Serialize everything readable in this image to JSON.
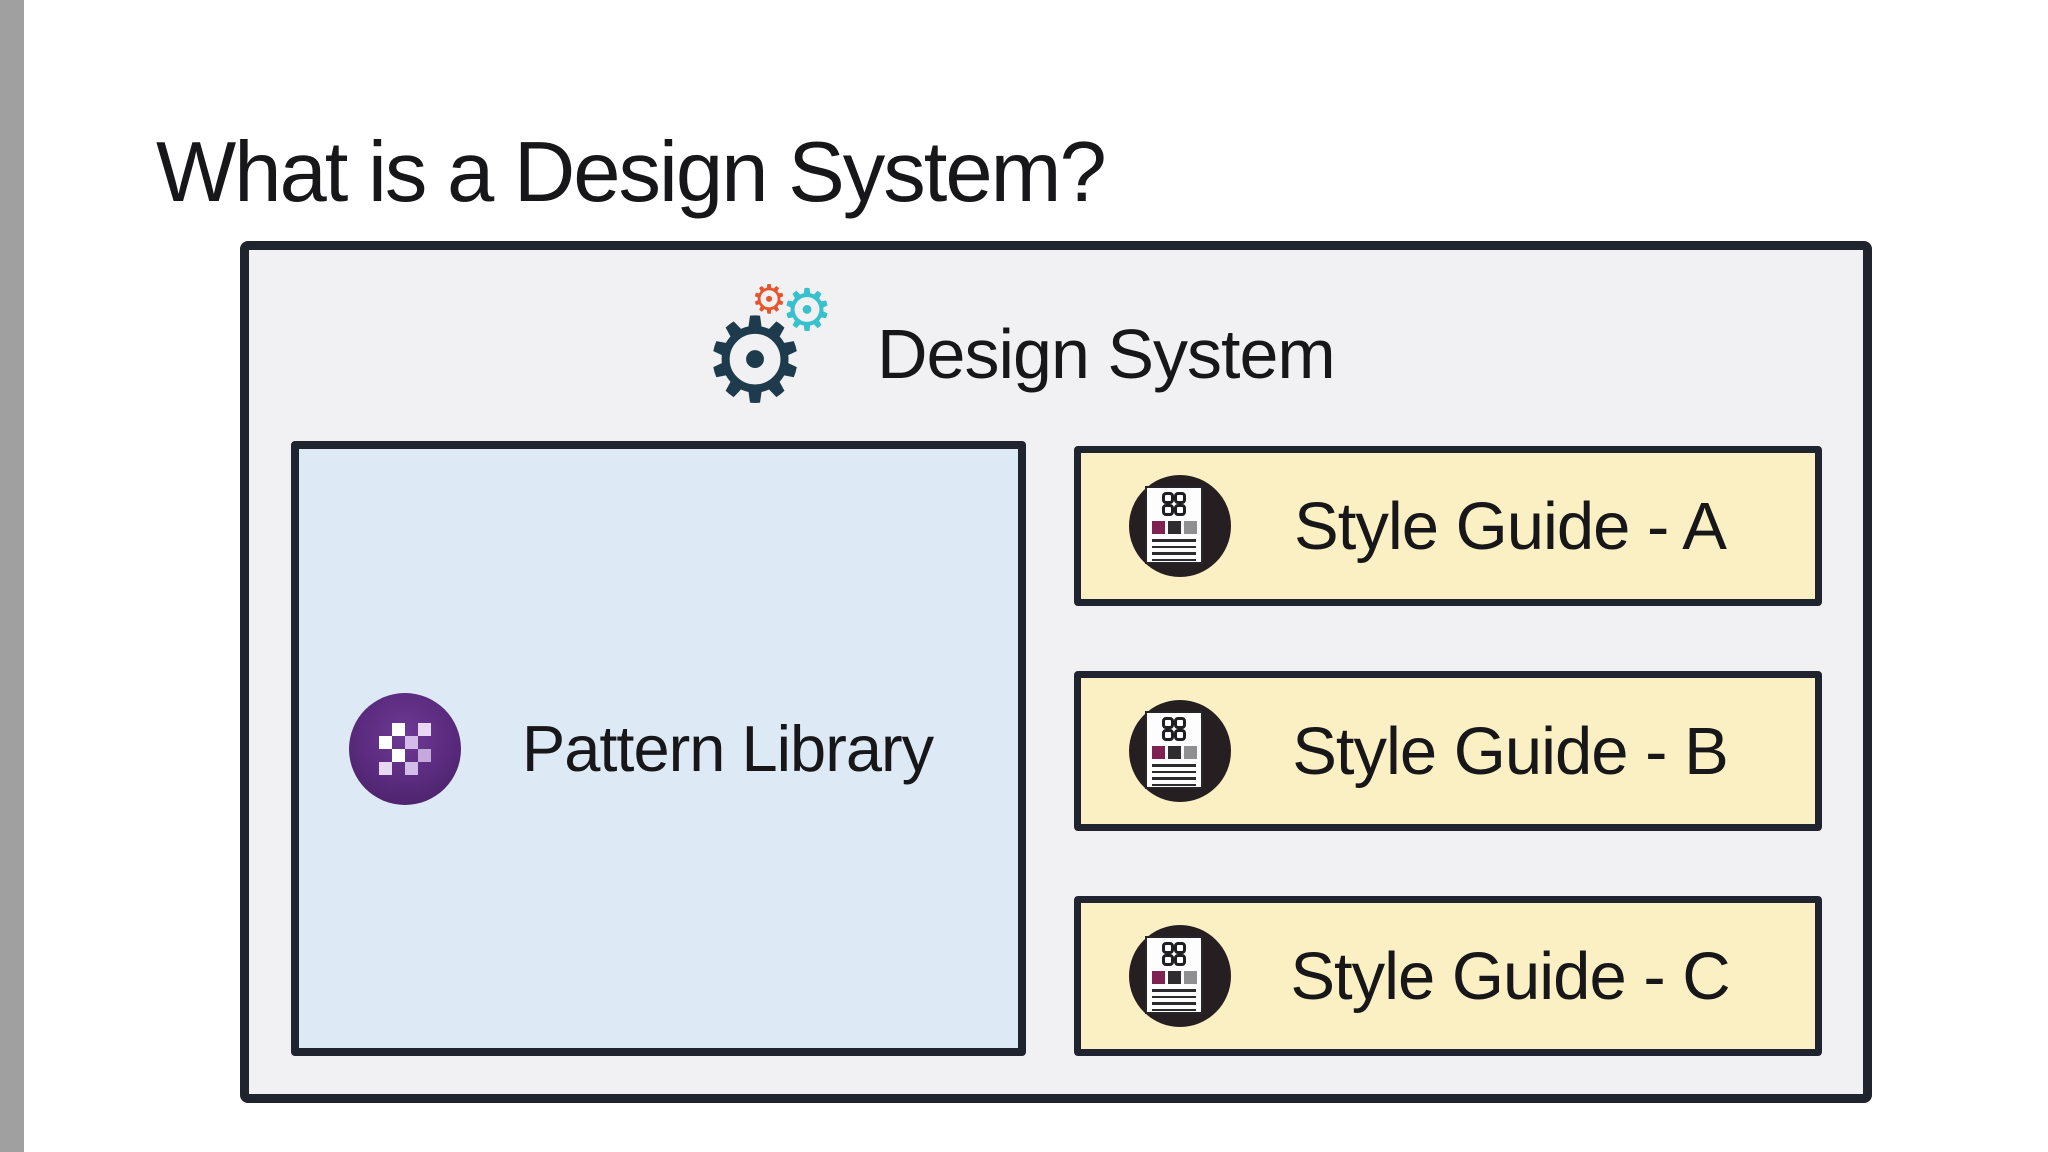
{
  "slide": {
    "background": "#ffffff",
    "scrollbar_color": "#a0a0a0",
    "text_color": "#17171a",
    "title": "What is a Design System?"
  },
  "design_system_box": {
    "label": "Design System",
    "fill": "#f1f0f2",
    "border_color": "#20242e",
    "gears_icon": {
      "glyph": "⚙",
      "large_gear_color": "#1d3b4d",
      "small_gear_color": "#e8542c",
      "medium_gear_color": "#38c1cd"
    }
  },
  "pattern_library_box": {
    "label": "Pattern Library",
    "fill": "#dde9f5",
    "border_color": "#20242e",
    "icon": {
      "circle_color_inner": "#63308b",
      "circle_color_outer": "#451e61",
      "checker_colors": {
        "c1": "#ffffff",
        "c2": "#e7d9f4",
        "c3": "#d3bce8",
        "c4": "#c5a8dc"
      }
    }
  },
  "style_guides": {
    "fill": "#faf0c4",
    "border_color": "#20242e",
    "items": [
      {
        "label": "Style Guide - A"
      },
      {
        "label": "Style Guide - B"
      },
      {
        "label": "Style Guide - C"
      }
    ],
    "doc_icon": {
      "circle_color": "#261f22",
      "page_color": "#fdfdfd",
      "swatch_colors": {
        "s1": "#7d2251",
        "s2": "#2e2c2e",
        "s3": "#8f8f92"
      }
    }
  }
}
